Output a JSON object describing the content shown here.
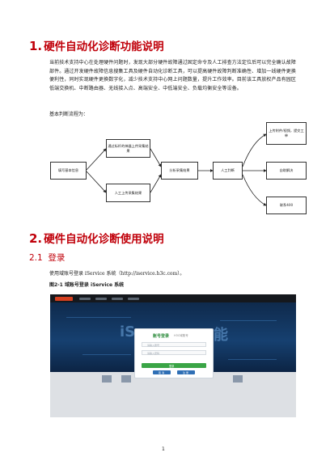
{
  "section1": {
    "number": "1.",
    "title": "硬件自动化诊断功能说明",
    "paragraph": "当前技术支持中心在处理硬件问题时，发现大部分硬件故障通过固定命令及人工排查方法定位后可以完全确认故障部件。通过开发硬件故障信息搜集工具及硬件自动化诊断工具，可以提高硬件故障判断准确性、增加一线硬件更换便利性，同时实现硬件更换数字化，减少技术支持中心网上问题数量，提升工作效率。目前该工具放权产品有园区低端交换机、中断路由器、无线接入点、高端安全、中低端安全、负载均衡安全等设备。",
    "flow_intro": "基本判断流程为：",
    "flow": {
      "fill_info": "填写基本信息",
      "auto_collect": "通过标杆的神器上传采集结果",
      "manual_collect": "人工上传采集结果",
      "analyze": "分析采集结果",
      "manual_judge": "人工判断",
      "submit_ticket": "上传附件/视频，提交工单",
      "auto_resolve": "自助解决",
      "call_400": "联系400"
    }
  },
  "section2": {
    "number": "2.",
    "title": "硬件自动化诊断使用说明",
    "sub_number": "2.1",
    "sub_title": "登录",
    "intro": "使用域账号登录 iService 系统（http://iservice.h3c.com）。",
    "figure_caption": "图2-1 域账号登录 iService 系统",
    "screenshot": {
      "dialog_title": "账号登录",
      "dialog_sub": "H3C域账号",
      "username_placeholder": "请输入账号",
      "password_placeholder": "请输入密码",
      "login_label": "登录",
      "btn1_label": "取 消",
      "btn2_label": "注 册",
      "hero_text_left": "iS",
      "hero_text_right": "能"
    }
  },
  "page_number": "1"
}
